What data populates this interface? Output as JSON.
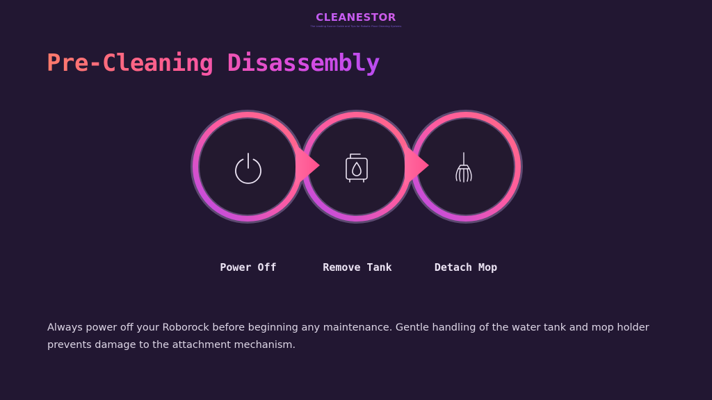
{
  "logo": {
    "text": "CLEANESTOR",
    "tagline": "The Leading Source Guide and Tips for Robotic Floor Cleaning Systems"
  },
  "title": "Pre-Cleaning Disassembly",
  "steps": [
    {
      "label": "Power Off",
      "icon": "power-icon"
    },
    {
      "label": "Remove Tank",
      "icon": "water-tank-icon"
    },
    {
      "label": "Detach Mop",
      "icon": "mop-icon"
    }
  ],
  "description": "Always power off your Roborock before beginning any maintenance. Gentle handling of the water tank and mop holder prevents damage to the attachment mechanism.",
  "colors": {
    "background": "#221732",
    "ring_gradient_start": "#ff6a8a",
    "ring_gradient_end": "#b94cf0",
    "ring_outline": "#5e4a72",
    "circle_fill": "#23192f",
    "text": "#ece4f4"
  }
}
